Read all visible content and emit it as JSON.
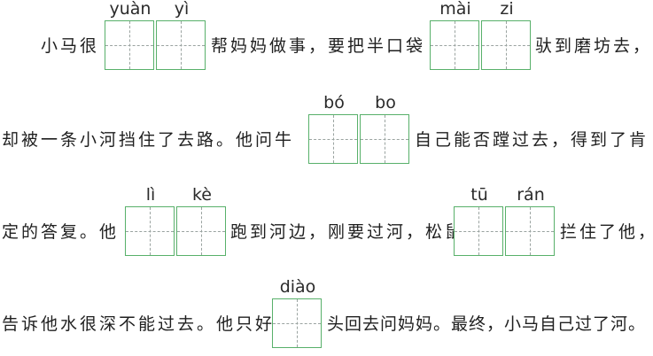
{
  "lines": [
    {
      "segments": [
        "小马很",
        "帮妈妈做事，要把半口袋",
        "驮到磨坊去，"
      ],
      "groups": [
        {
          "pinyin": [
            "yuàn",
            "yì"
          ]
        },
        {
          "pinyin": [
            "mài",
            "zi"
          ]
        }
      ]
    },
    {
      "segments": [
        "却被一条小河挡住了去路。他问牛",
        "自己能否蹚过去，得到了肯"
      ],
      "groups": [
        {
          "pinyin": [
            "bó",
            "bo"
          ]
        }
      ]
    },
    {
      "segments": [
        "定的答复。他",
        "跑到河边，刚要过河，松鼠",
        "拦住了他，"
      ],
      "groups": [
        {
          "pinyin": [
            "lì",
            "kè"
          ]
        },
        {
          "pinyin": [
            "tū",
            "rán"
          ]
        }
      ]
    },
    {
      "segments": [
        "告诉他水很深不能过去。他只好",
        "头回去问妈妈。最终，小马自己过了河。"
      ],
      "groups": [
        {
          "pinyin": [
            "diào"
          ]
        }
      ]
    }
  ]
}
